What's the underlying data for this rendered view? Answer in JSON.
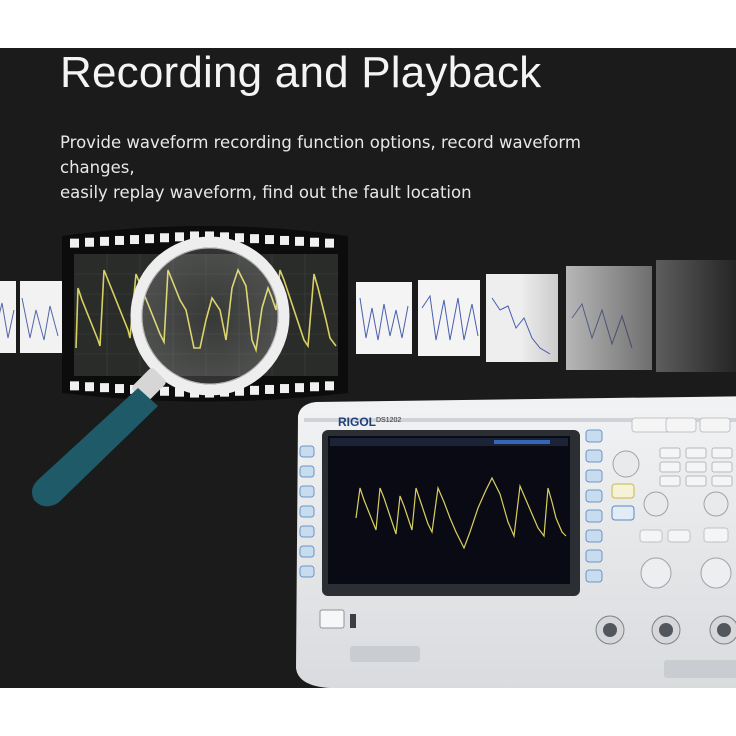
{
  "hero": {
    "title": "Recording and Playback",
    "description_line1": "Provide waveform recording function options, record waveform changes,",
    "description_line2": "easily replay waveform, find out the fault location"
  },
  "device": {
    "brand": "RIGOL",
    "model": "DS1202"
  },
  "colors": {
    "background": "#1b1b1b",
    "waveform": "#d8d060",
    "magnifier_handle": "#1e5a68",
    "device_body": "#e6e8ea"
  }
}
